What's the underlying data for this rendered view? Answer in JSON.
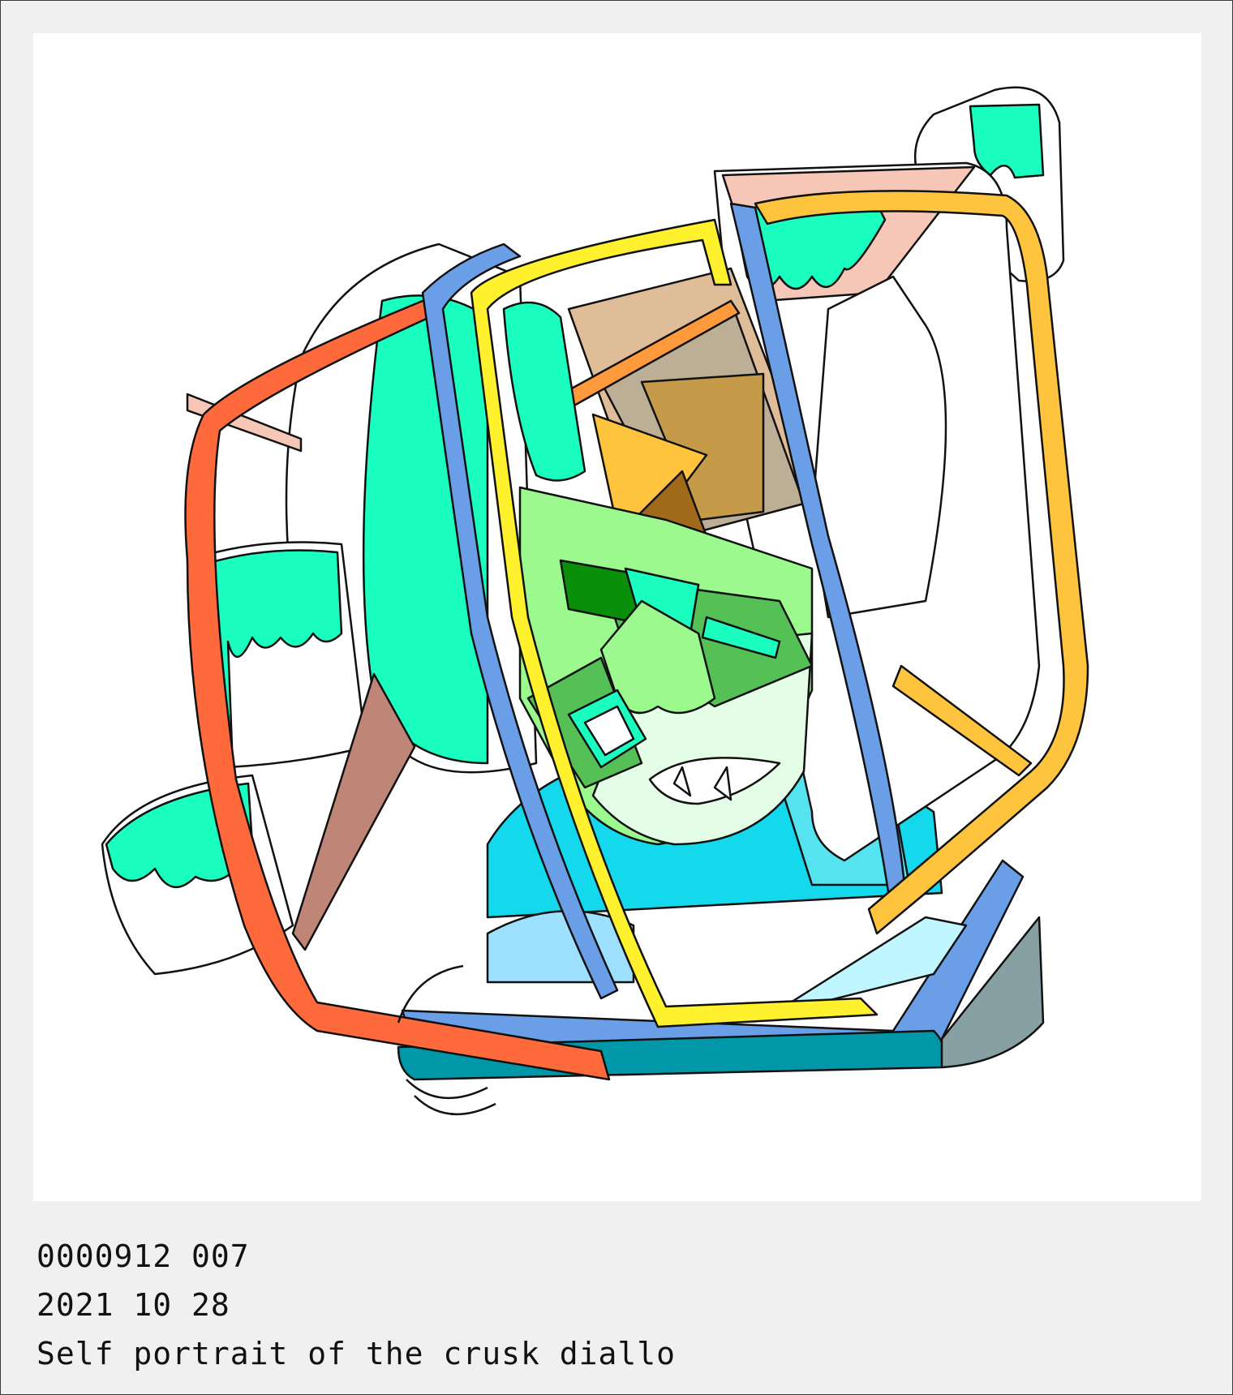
{
  "artwork": {
    "background": "#ffffff",
    "palette": {
      "mint": "#1affc0",
      "teal_light": "#14d8ec",
      "cyan_pale": "#bff6ff",
      "blue": "#6a9ee6",
      "teal_dark": "#0097a8",
      "slate": "#86a0a4",
      "green_light": "#9cf98e",
      "green": "#55c055",
      "green_dark": "#0a8f0a",
      "green_pale": "#e4fde6",
      "red_orange": "#ff6a3c",
      "yellow": "#fff12e",
      "amber": "#ffc43d",
      "orange": "#ff9a3c",
      "peach": "#f6c6b6",
      "tan": "#dfbd99",
      "khaki": "#bdae96",
      "ochre": "#c59a48",
      "brown": "#a06a1a",
      "rose_brown": "#bf8576",
      "outline": "#111111"
    }
  },
  "caption": {
    "line1": "0000912 007",
    "line2": "2021 10 28",
    "line3": "Self portrait of the crusk diallo"
  }
}
